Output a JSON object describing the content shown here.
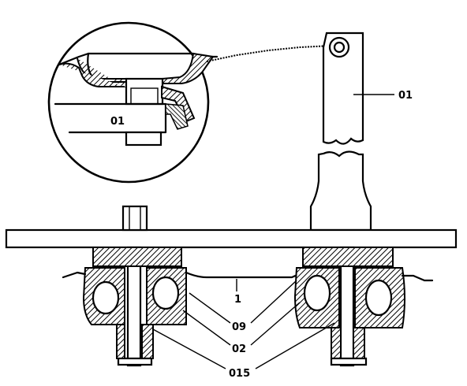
{
  "labels": {
    "tool_part": "01",
    "detail_part": "01",
    "item_1": "1",
    "item_09": "09",
    "item_02": "02",
    "item_015": "015"
  }
}
